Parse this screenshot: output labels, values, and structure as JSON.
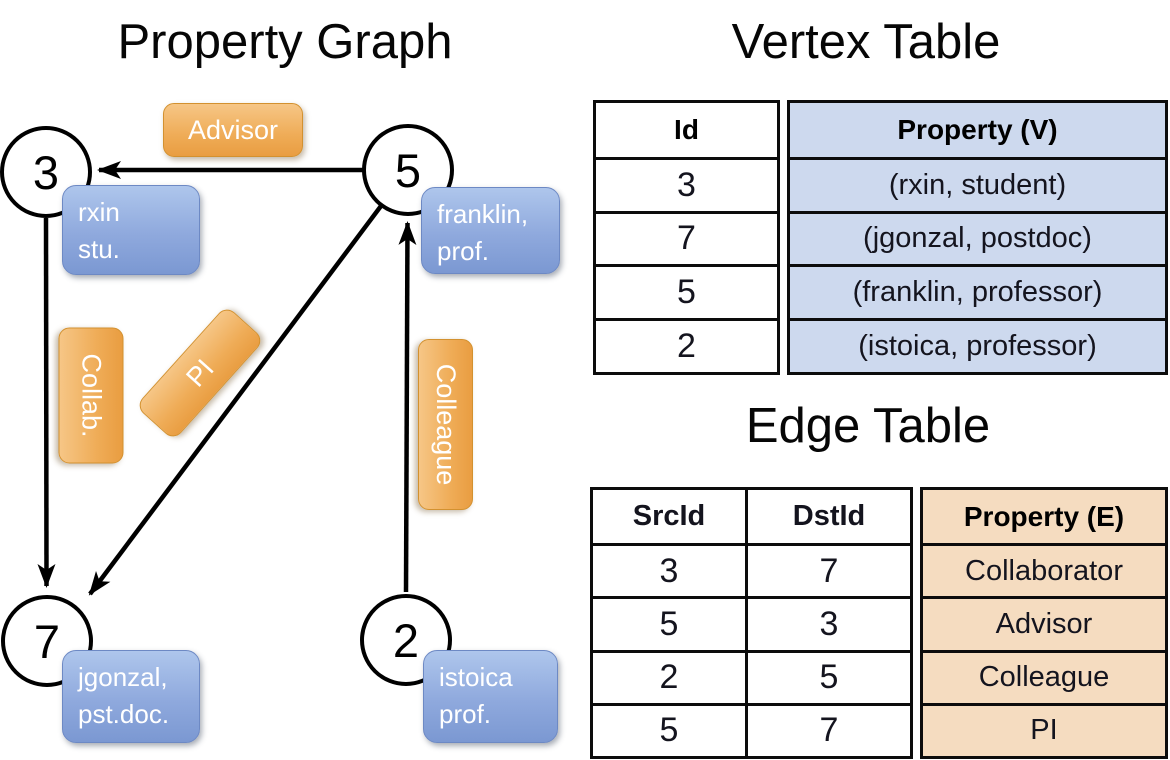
{
  "graph": {
    "title": "Property Graph",
    "vertices": [
      {
        "id": "3",
        "label_line1": "rxin",
        "label_line2": "stu."
      },
      {
        "id": "5",
        "label_line1": "franklin,",
        "label_line2": "prof."
      },
      {
        "id": "7",
        "label_line1": "jgonzal,",
        "label_line2": "pst.doc."
      },
      {
        "id": "2",
        "label_line1": "istoica",
        "label_line2": "prof."
      }
    ],
    "edge_labels": {
      "advisor": "Advisor",
      "collab": "Collab.",
      "pi": "PI",
      "colleague": "Colleague"
    }
  },
  "vertex_table": {
    "title": "Vertex Table",
    "id_header": "Id",
    "property_header": "Property (V)",
    "rows": [
      {
        "id": "3",
        "property": "(rxin, student)"
      },
      {
        "id": "7",
        "property": "(jgonzal, postdoc)"
      },
      {
        "id": "5",
        "property": "(franklin, professor)"
      },
      {
        "id": "2",
        "property": "(istoica, professor)"
      }
    ]
  },
  "edge_table": {
    "title": "Edge Table",
    "src_header": "SrcId",
    "dst_header": "DstId",
    "property_header": "Property (E)",
    "rows": [
      {
        "src": "3",
        "dst": "7",
        "property": "Collaborator"
      },
      {
        "src": "5",
        "dst": "3",
        "property": "Advisor"
      },
      {
        "src": "2",
        "dst": "5",
        "property": "Colleague"
      },
      {
        "src": "5",
        "dst": "7",
        "property": "PI"
      }
    ]
  },
  "colors": {
    "edge_label_orange": "#efac57",
    "vertex_label_blue": "#8fa9dd",
    "vertex_property_bg": "#cdd9ee",
    "edge_property_bg": "#f5dcc0",
    "line_color": "#000000"
  }
}
